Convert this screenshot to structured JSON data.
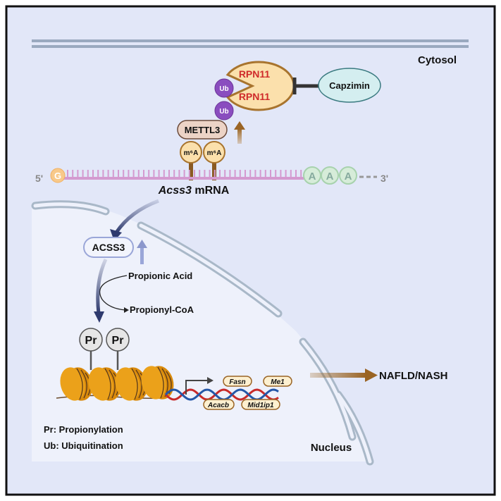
{
  "labels": {
    "cytosol": "Cytosol",
    "nucleus": "Nucleus",
    "rpn11_top": "RPN11",
    "rpn11_bottom": "RPN11",
    "capzimin": "Capzimin",
    "ub1": "Ub",
    "ub2": "Ub",
    "mettl3": "METTL3",
    "m6a_1": "m⁶A",
    "m6a_2": "m⁶A",
    "five_prime": "5'",
    "three_prime": "3'",
    "cap": "G",
    "polyA": [
      "A",
      "A",
      "A"
    ],
    "mrna_gene": "Acss3",
    "mrna_suffix": " mRNA",
    "acss3": "ACSS3",
    "propionic_acid": "Propionic Acid",
    "propionyl_coa": "Propionyl-CoA",
    "pr1": "Pr",
    "pr2": "Pr",
    "genes": [
      "Fasn",
      "Me1",
      "Acacb",
      "Mid1ip1"
    ],
    "outcome": "NAFLD/NASH"
  },
  "legend": {
    "pr": "Pr: Propionylation",
    "ub": "Ub: Ubiquitination"
  },
  "colors": {
    "background": "#e2e7f8",
    "nucleus": "#eef1fb",
    "membrane": "#a9b8c8",
    "rpn11_fill": "#fbe0ac",
    "rpn11_text": "#cf2a2a",
    "ub": "#8a4dbf",
    "capzimin": "#d4eef0",
    "mettl3": "#ecd3c6",
    "mrna": "#d49ad0",
    "nucleosome": "#e79a12",
    "arrow_brown": "#9a6424",
    "arrow_navy": "#2e3a6e"
  }
}
